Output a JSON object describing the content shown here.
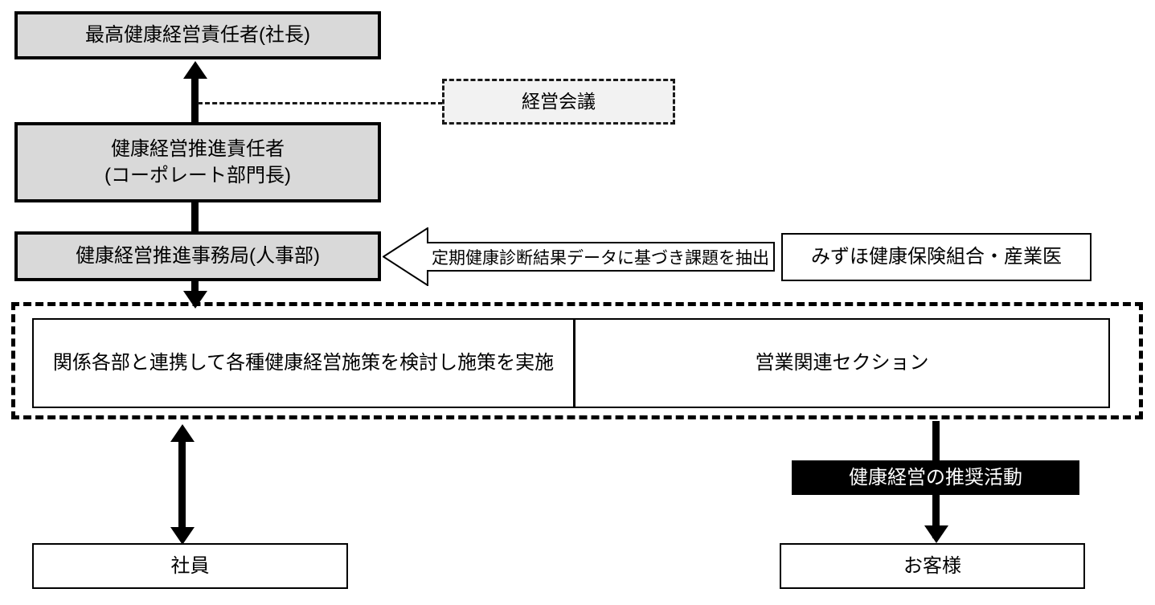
{
  "diagram": {
    "title": "健康経営推進体制図",
    "colors": {
      "box_fill_grey": "#d9d9d9",
      "box_fill_white": "#ffffff",
      "box_fill_light": "#f2f2f2",
      "band_fill": "#000000",
      "band_text": "#ffffff",
      "stroke": "#000000"
    },
    "nodes": {
      "ceo": "最高健康経営責任者(社長)",
      "manager": "健康経営推進責任者\n(コーポレート部門長)",
      "office": "健康経営推進事務局(人事部)",
      "meeting": "経営会議",
      "insurer": "みずほ健康保険組合・産業医",
      "callout": "定期健康診断結果データに基づき課題を抽出",
      "section_left": "関係各部と連携して各種健康経営施策を検討し施策を実施",
      "section_right": "営業関連セクション",
      "promotion_band": "健康経営の推奨活動",
      "employees": "社員",
      "customers": "お客様"
    }
  }
}
